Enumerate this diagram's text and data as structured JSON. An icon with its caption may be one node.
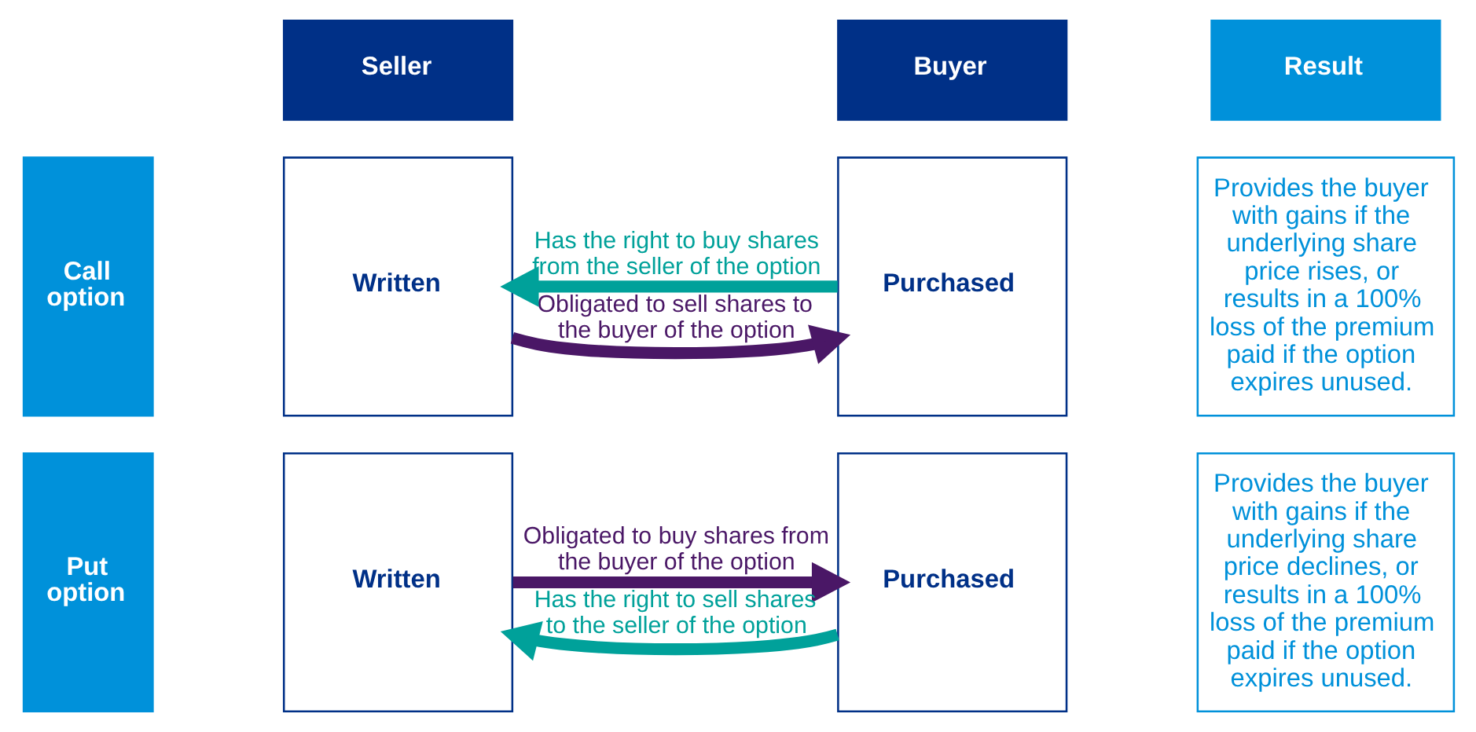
{
  "diagram": {
    "nodes": [
      {
        "text": [
          "Seller"
        ]
      },
      {
        "text": [
          "Buyer"
        ]
      },
      {
        "text": [
          "Result"
        ]
      },
      {
        "text": [
          "Call option"
        ]
      },
      {
        "text": [
          "Written"
        ]
      },
      {
        "text": [
          "Purchased"
        ]
      },
      {
        "text": [
          "Provides the buyer with gains if the underlying share price rises, or results in a 100% loss of the premium paid if the option expires unused."
        ]
      },
      {
        "text": [
          "Put option"
        ]
      },
      {
        "text": [
          "Written"
        ]
      },
      {
        "text": [
          "Purchased"
        ]
      },
      {
        "text": [
          "Provides the buyer with gains if the underlying share price declines, or results in a 100% loss of the premium paid if the option expires unused."
        ]
      }
    ],
    "edges": [
      {
        "from": 4,
        "to": 5,
        "arrow": "to",
        "label": "Obligated to sell shares to the buyer of the option",
        "color": "#4a1766"
      },
      {
        "from": 5,
        "to": 4,
        "arrow": "to",
        "label": "Has the right to buy shares from the seller of the option",
        "color": "#00a19a"
      },
      {
        "from": 8,
        "to": 9,
        "arrow": "to",
        "label": "Obligated to buy shares from the buyer of the option",
        "color": "#4a1766"
      },
      {
        "from": 9,
        "to": 8,
        "arrow": "to",
        "label": "Has the right to sell shares to the seller of the option",
        "color": "#00a19a"
      }
    ]
  }
}
